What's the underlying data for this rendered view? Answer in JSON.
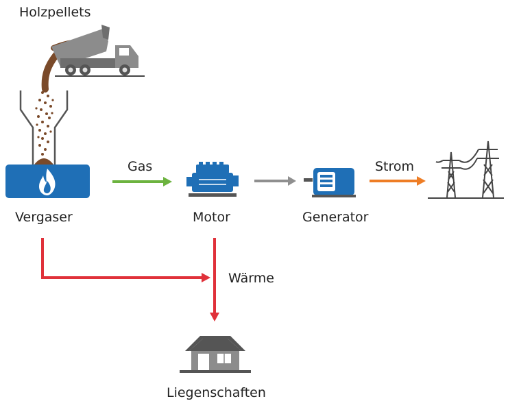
{
  "labels": {
    "pellets": "Holzpellets",
    "gasifier": "Vergaser",
    "engine": "Motor",
    "generator": "Generator",
    "gas": "Gas",
    "power": "Strom",
    "heat": "Wärme",
    "properties": "Liegenschaften"
  },
  "colors": {
    "gas_arrow": "#6cb33f",
    "power_arrow": "#ee7d25",
    "heat_arrow": "#e0313a",
    "drive_arrow": "#8f8f8f",
    "machine_blue": "#1f6fb6",
    "grey": "#8c8c8c",
    "pellet_brown": "#7a4a2a"
  },
  "icons": [
    "dump-truck-icon",
    "hopper-icon",
    "flame-icon",
    "engine-icon",
    "generator-icon",
    "power-pylon-icon",
    "house-icon"
  ]
}
